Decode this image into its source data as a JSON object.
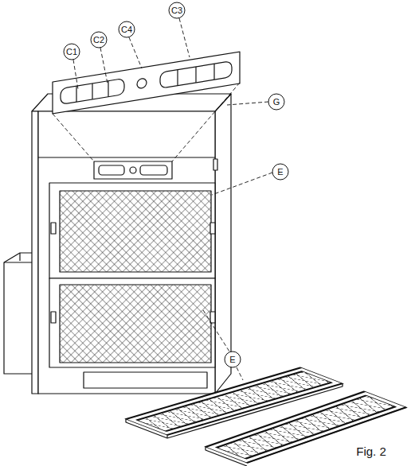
{
  "diagram": {
    "labels": [
      "C1",
      "C2",
      "C4",
      "C3",
      "G",
      "E",
      "E",
      "Fig. 2"
    ]
  }
}
